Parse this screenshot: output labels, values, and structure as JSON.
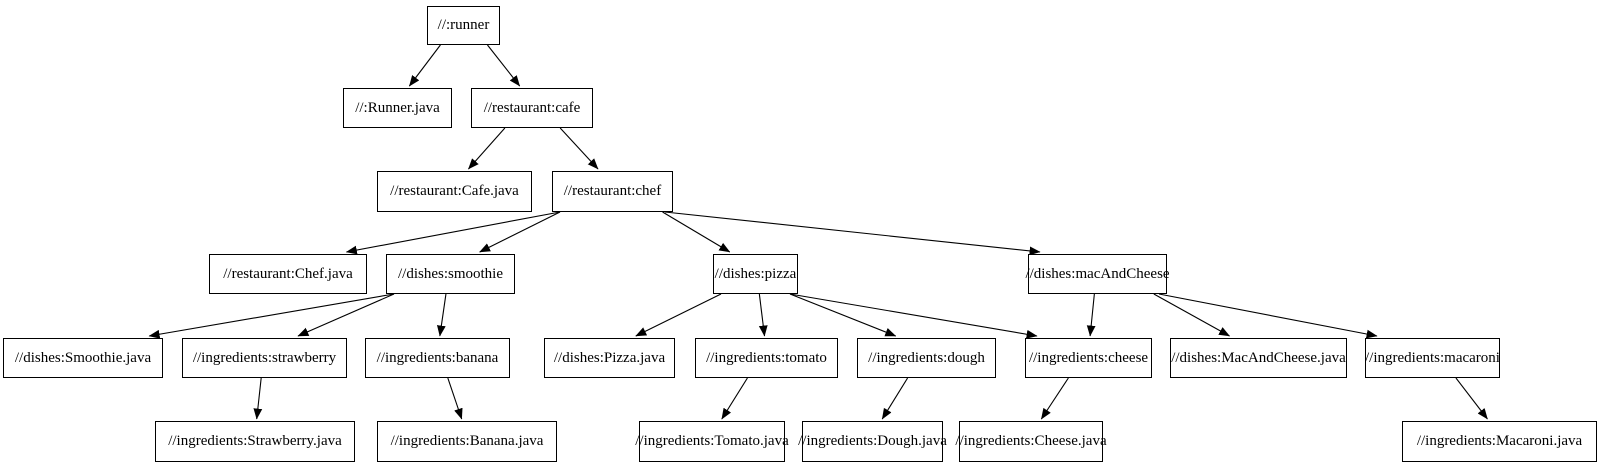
{
  "diagram": {
    "type": "dependency-graph",
    "colors": {
      "background": "#ffffff",
      "node_fill": "#ffffff",
      "node_border": "#000000",
      "edge": "#000000",
      "text": "#000000"
    },
    "nodes": [
      {
        "id": "runner",
        "label": "//:runner"
      },
      {
        "id": "runner-java",
        "label": "//:Runner.java"
      },
      {
        "id": "cafe",
        "label": "//restaurant:cafe"
      },
      {
        "id": "cafe-java",
        "label": "//restaurant:Cafe.java"
      },
      {
        "id": "chef",
        "label": "//restaurant:chef"
      },
      {
        "id": "chef-java",
        "label": "//restaurant:Chef.java"
      },
      {
        "id": "smoothie",
        "label": "//dishes:smoothie"
      },
      {
        "id": "pizza",
        "label": "//dishes:pizza"
      },
      {
        "id": "mac-and-cheese",
        "label": "//dishes:macAndCheese"
      },
      {
        "id": "smoothie-java",
        "label": "//dishes:Smoothie.java"
      },
      {
        "id": "strawberry",
        "label": "//ingredients:strawberry"
      },
      {
        "id": "banana",
        "label": "//ingredients:banana"
      },
      {
        "id": "pizza-java",
        "label": "//dishes:Pizza.java"
      },
      {
        "id": "tomato",
        "label": "//ingredients:tomato"
      },
      {
        "id": "dough",
        "label": "//ingredients:dough"
      },
      {
        "id": "cheese",
        "label": "//ingredients:cheese"
      },
      {
        "id": "mac-java",
        "label": "//dishes:MacAndCheese.java"
      },
      {
        "id": "macaroni",
        "label": "//ingredients:macaroni"
      },
      {
        "id": "strawberry-java",
        "label": "//ingredients:Strawberry.java"
      },
      {
        "id": "banana-java",
        "label": "//ingredients:Banana.java"
      },
      {
        "id": "tomato-java",
        "label": "//ingredients:Tomato.java"
      },
      {
        "id": "dough-java",
        "label": "//ingredients:Dough.java"
      },
      {
        "id": "cheese-java",
        "label": "//ingredients:Cheese.java"
      },
      {
        "id": "macaroni-java",
        "label": "//ingredients:Macaroni.java"
      }
    ],
    "edges": [
      [
        "runner",
        "runner-java"
      ],
      [
        "runner",
        "cafe"
      ],
      [
        "cafe",
        "cafe-java"
      ],
      [
        "cafe",
        "chef"
      ],
      [
        "chef",
        "chef-java"
      ],
      [
        "chef",
        "smoothie"
      ],
      [
        "chef",
        "pizza"
      ],
      [
        "chef",
        "mac-and-cheese"
      ],
      [
        "smoothie",
        "smoothie-java"
      ],
      [
        "smoothie",
        "strawberry"
      ],
      [
        "smoothie",
        "banana"
      ],
      [
        "strawberry",
        "strawberry-java"
      ],
      [
        "banana",
        "banana-java"
      ],
      [
        "pizza",
        "pizza-java"
      ],
      [
        "pizza",
        "tomato"
      ],
      [
        "pizza",
        "dough"
      ],
      [
        "pizza",
        "cheese"
      ],
      [
        "tomato",
        "tomato-java"
      ],
      [
        "dough",
        "dough-java"
      ],
      [
        "cheese",
        "cheese-java"
      ],
      [
        "mac-and-cheese",
        "cheese"
      ],
      [
        "mac-and-cheese",
        "mac-java"
      ],
      [
        "mac-and-cheese",
        "macaroni"
      ],
      [
        "macaroni",
        "macaroni-java"
      ]
    ]
  }
}
